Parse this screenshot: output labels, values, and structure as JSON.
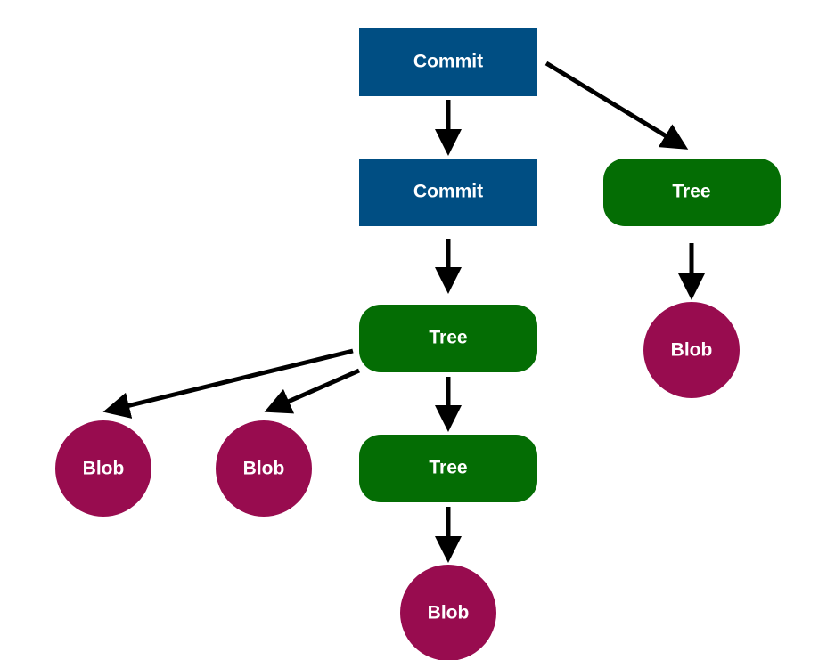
{
  "diagram": {
    "colors": {
      "commit": "#004E83",
      "tree": "#046D04",
      "blob": "#980C4F",
      "edge": "#000000",
      "label": "#FFFFFF"
    },
    "nodes": [
      {
        "id": "commit-top",
        "kind": "commit",
        "label": "Commit"
      },
      {
        "id": "commit-second",
        "kind": "commit",
        "label": "Commit"
      },
      {
        "id": "tree-right",
        "kind": "tree",
        "label": "Tree"
      },
      {
        "id": "tree-middle",
        "kind": "tree",
        "label": "Tree"
      },
      {
        "id": "tree-lower",
        "kind": "tree",
        "label": "Tree"
      },
      {
        "id": "blob-right",
        "kind": "blob",
        "label": "Blob"
      },
      {
        "id": "blob-left",
        "kind": "blob",
        "label": "Blob"
      },
      {
        "id": "blob-center-left",
        "kind": "blob",
        "label": "Blob"
      },
      {
        "id": "blob-bottom",
        "kind": "blob",
        "label": "Blob"
      }
    ],
    "edges": [
      {
        "from": "commit-top",
        "to": "commit-second"
      },
      {
        "from": "commit-top",
        "to": "tree-right"
      },
      {
        "from": "commit-second",
        "to": "tree-middle"
      },
      {
        "from": "tree-right",
        "to": "blob-right"
      },
      {
        "from": "tree-middle",
        "to": "blob-left"
      },
      {
        "from": "tree-middle",
        "to": "blob-center-left"
      },
      {
        "from": "tree-middle",
        "to": "tree-lower"
      },
      {
        "from": "tree-lower",
        "to": "blob-bottom"
      }
    ]
  }
}
